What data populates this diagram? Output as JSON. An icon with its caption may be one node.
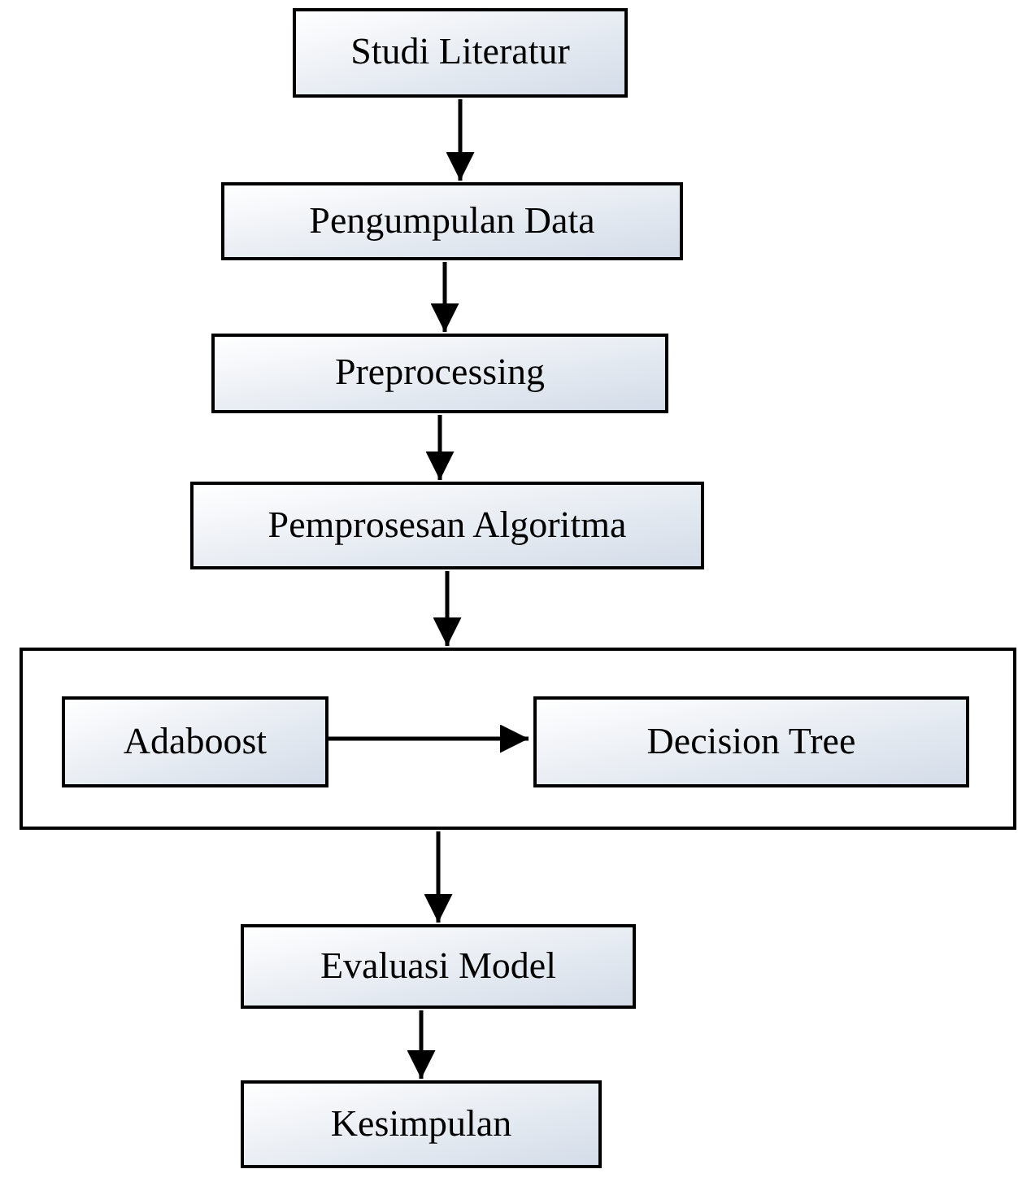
{
  "diagram": {
    "nodes": [
      {
        "text": [
          "Studi Literatur"
        ]
      },
      {
        "text": [
          "Pengumpulan Data"
        ]
      },
      {
        "text": [
          "Preprocessing"
        ]
      },
      {
        "text": [
          "Pemprosesan Algoritma"
        ]
      },
      {
        "text": [],
        "shape": "box"
      },
      {
        "text": [
          "Adaboost"
        ],
        "in": 4
      },
      {
        "text": [
          "Decision Tree"
        ],
        "in": 4
      },
      {
        "text": [
          "Evaluasi Model"
        ]
      },
      {
        "text": [
          "Kesimpulan"
        ]
      }
    ],
    "edges": [
      {
        "from": 0,
        "to": 1,
        "arrow": "to"
      },
      {
        "from": 1,
        "to": 2,
        "arrow": "to"
      },
      {
        "from": 2,
        "to": 3,
        "arrow": "to"
      },
      {
        "from": 3,
        "to": 4,
        "arrow": "to"
      },
      {
        "from": 5,
        "to": 6,
        "arrow": "to"
      },
      {
        "from": 4,
        "to": 7,
        "arrow": "to"
      },
      {
        "from": 7,
        "to": 8,
        "arrow": "to"
      }
    ]
  }
}
